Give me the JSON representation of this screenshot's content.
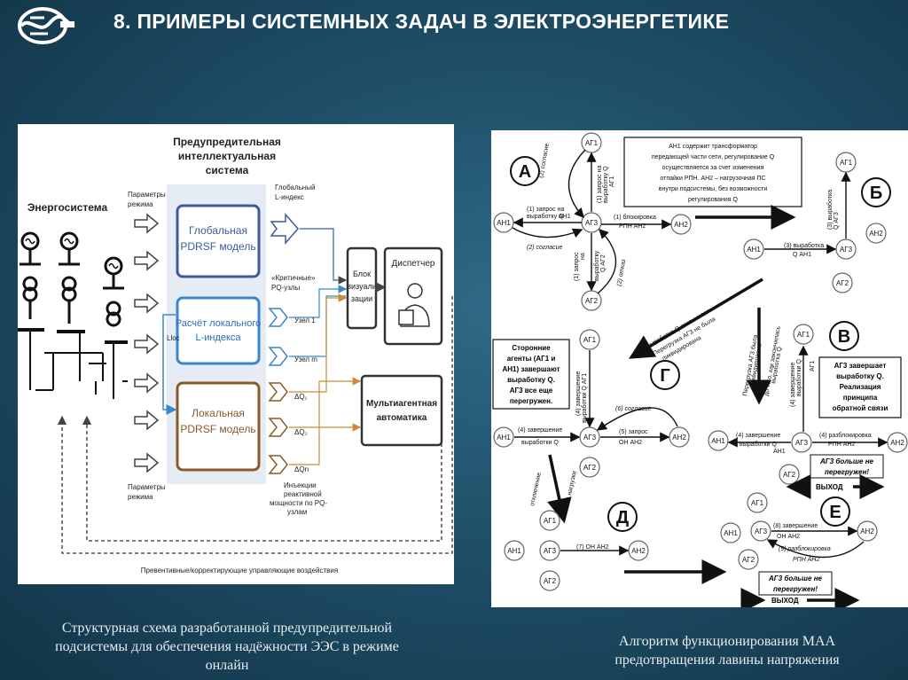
{
  "slide": {
    "title": "8. ПРИМЕРЫ СИСТЕМНЫХ ЗАДАЧ В ЭЛЕКТРОЭНЕРГЕТИКЕ",
    "caption_left": [
      "Структурная схема разработанной предупредительной",
      "подсистемы для обеспечения надёжности ЭЭС в режиме",
      "онлайн"
    ],
    "caption_right": [
      "Алгоритм функционирования МАА",
      "предотвращения лавины напряжения"
    ]
  },
  "left_diagram": {
    "energosystem": "Энергосистема",
    "header": [
      "Предупредительная",
      "интеллектуальная",
      "система"
    ],
    "params_top": [
      "Параметры",
      "режима"
    ],
    "params_bottom": [
      "Параметры",
      "режима"
    ],
    "global_model": [
      "Глобальная",
      "PDRSF модель"
    ],
    "local_calc": [
      "Расчёт локального",
      "L-индекса"
    ],
    "local_model": [
      "Локальная",
      "PDRSF модель"
    ],
    "l_loc": "Lloc",
    "global_l": [
      "Глобальный",
      "L-индекс"
    ],
    "critical": [
      "«Критичные»",
      "PQ-узлы"
    ],
    "node1": "Узел 1",
    "nodem": "Узел m",
    "dq1": "ΔQ₁",
    "dq2": "ΔQ₂",
    "dqn": "ΔQn",
    "injections": [
      "Инъекции",
      "реактивной",
      "мощности по PQ-",
      "узлам"
    ],
    "vis_block": [
      "Блок",
      "визуали",
      "зации"
    ],
    "dispatcher": "Диспетчер",
    "multiagent": [
      "Мультиагентная",
      "автоматика"
    ],
    "bottom": "Превентивные/корректирующие управляющие воздействия"
  },
  "right_diagram": {
    "agents": {
      "ag1": "АГ1",
      "ag2": "АГ2",
      "ag3": "АГ3",
      "an1": "АН1",
      "an2": "АН2"
    },
    "letters": {
      "a": "А",
      "b": "Б",
      "v": "В",
      "g": "Г",
      "d": "Д",
      "e": "Е"
    },
    "info_box": [
      "АН1 содержит трансформатор",
      "передающей части сети, регулирование Q",
      "осуществляется за счет изменения",
      "отпайки РПН. АН2 – нагрузочная ПС",
      "внутри подсистемы, без возможности",
      "регулирования Q"
    ],
    "box_g": [
      "Сторонние",
      "агенты (АГ1 и",
      "АН1) завершают",
      "выработку Q.",
      "АГ3 все еще",
      "перегружен."
    ],
    "box_v": [
      "АГ3 завершает",
      "выработку Q.",
      "Реализация",
      "принципа",
      "обратной связи"
    ],
    "a_soglasie": "(2) согласие",
    "a_req1": [
      "(1) запрос на",
      "выработку Q",
      "АГ1"
    ],
    "a_req_an1": [
      "(1) запрос на",
      "выработку Q",
      "АН1"
    ],
    "a_block": [
      "(1) блокировка",
      "РПН АН2"
    ],
    "a_soglasie2": "(2) согласие",
    "a_req2": [
      "(1) запрос",
      "на",
      "выработку",
      "Q АГ2"
    ],
    "a_otkaz": "(2) отказ",
    "b_ag3": [
      "(3) выработка",
      "Q АГ3"
    ],
    "b_an1": [
      "(3) выработка",
      "Q АН1"
    ],
    "mid_left": [
      "Выработка Q закончилась.",
      "Перегрузка АГ3 не была",
      "ликвидирована"
    ],
    "mid_right": [
      "Перегрузка АГ3 была",
      "ликвидирована",
      "до того, как закончилась",
      "выработка Q"
    ],
    "g_finish_ag1": [
      "(4) завершение",
      "выработки Q АГ1"
    ],
    "g_finish_an1": [
      "(4) завершение",
      "выработки Q"
    ],
    "g_soglasie": "(6) согласие",
    "g_req": [
      "(5) запрос",
      "ОН АН2"
    ],
    "g_otkl": [
      "отключение",
      "нагрузки"
    ],
    "v_finish_ag1": [
      "(4) завершение",
      "выработки Q",
      "АГ1"
    ],
    "v_finish_an1": [
      "(4) завершение",
      "выработки Q",
      "АН1"
    ],
    "v_unblock": [
      "(4) разблокировка",
      "РПН АН2"
    ],
    "v_not_overloaded": [
      "АГ3 больше не",
      "перегружен!"
    ],
    "exit": "ВЫХОД",
    "d_on": "(7) ОН АН2",
    "e_finish": [
      "(8) завершение",
      "ОН АН2"
    ],
    "e_unblock": [
      "(9) разблокировка",
      "РПН АН2"
    ],
    "e_not_overloaded": [
      "АГ3 больше не",
      "перегружен!"
    ],
    "exit2": "ВЫХОД"
  }
}
